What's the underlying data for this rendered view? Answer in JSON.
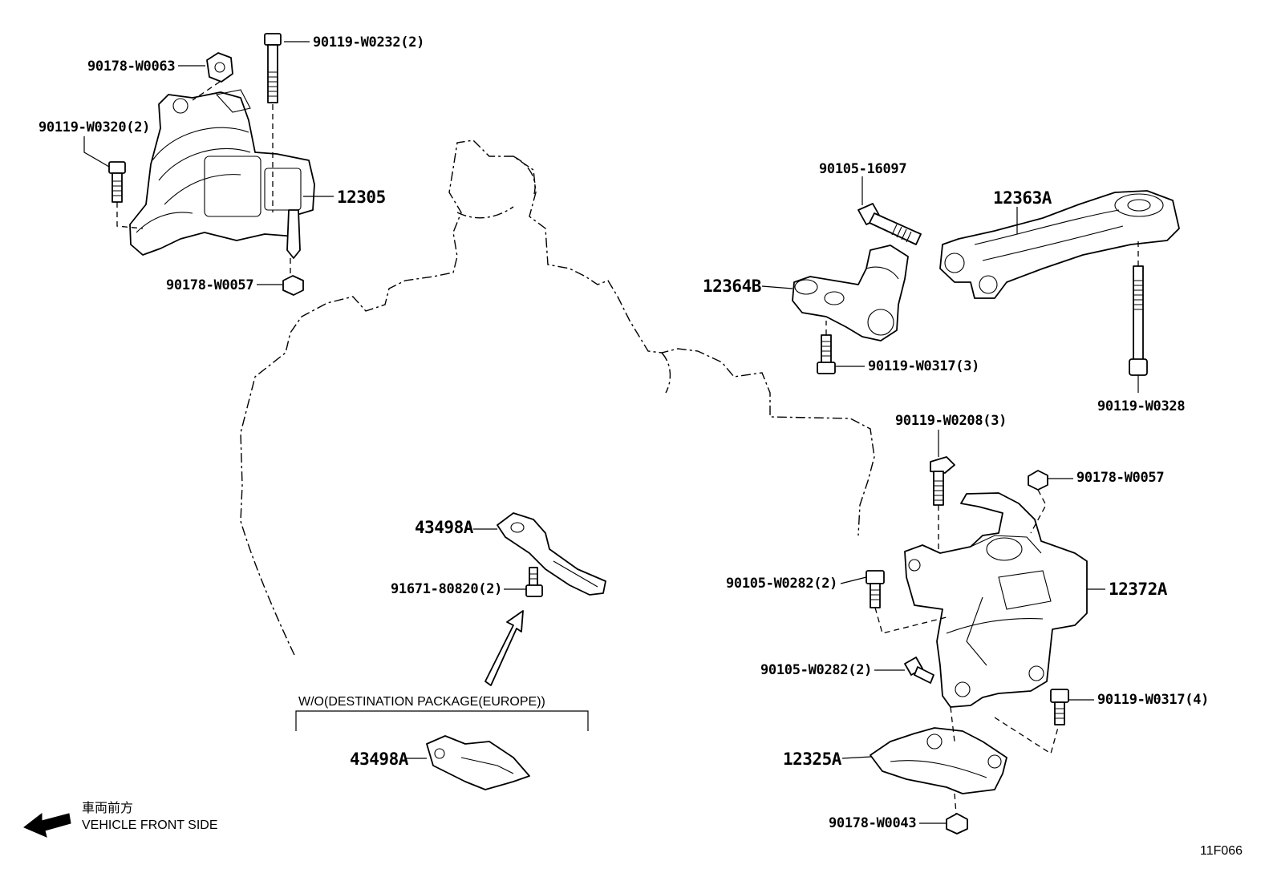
{
  "labels": {
    "p12305": "12305",
    "p90178_W0063": "90178-W0063",
    "p90119_W0232": "90119-W0232(2)",
    "p90119_W0320": "90119-W0320(2)",
    "p90178_W0057_left": "90178-W0057",
    "p90105_16097": "90105-16097",
    "p12363A": "12363A",
    "p12364B": "12364B",
    "p90119_W0317_3": "90119-W0317(3)",
    "p90119_W0328": "90119-W0328",
    "p90119_W0208": "90119-W0208(3)",
    "p90178_W0057_right": "90178-W0057",
    "p43498A_top": "43498A",
    "p91671_80820": "91671-80820(2)",
    "p90105_W0282_a": "90105-W0282(2)",
    "p12372A": "12372A",
    "p90105_W0282_b": "90105-W0282(2)",
    "p90119_W0317_4": "90119-W0317(4)",
    "p12325A": "12325A",
    "p43498A_bottom": "43498A",
    "p90178_W0043": "90178-W0043"
  },
  "notes": {
    "destination": "W/O(DESTINATION PACKAGE(EUROPE))",
    "front_jp": "車両前方",
    "front_en": "VEHICLE FRONT SIDE",
    "figure_id": "11F066"
  }
}
